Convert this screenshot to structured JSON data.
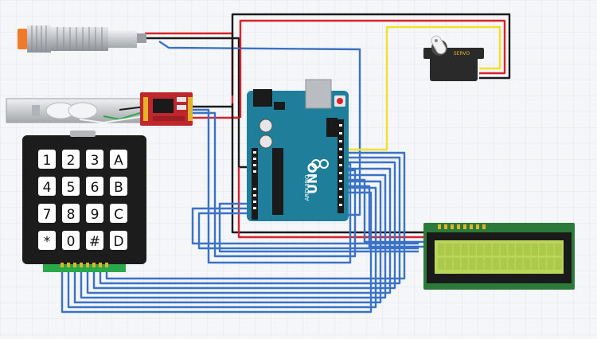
{
  "colors": {
    "wire_blue": "#3a72c8",
    "wire_red": "#d8232a",
    "wire_black": "#1a1a1a",
    "wire_yellow": "#f4df2c",
    "wire_green": "#2aa84a",
    "arduino_board": "#1f7f9a",
    "keypad_body": "#1c1c1c",
    "lcd_screen": "#b9d65a",
    "lcd_pcb": "#2b7a3a",
    "hx711_pcb": "#c0272d",
    "servo_body": "#2a2a2a",
    "load_cell": "#c9ccce",
    "sensor_orange": "#f07a2a"
  },
  "keypad": {
    "keys": [
      [
        "1",
        "2",
        "3",
        "A"
      ],
      [
        "4",
        "5",
        "6",
        "B"
      ],
      [
        "7",
        "8",
        "9",
        "C"
      ],
      [
        "*",
        "0",
        "#",
        "D"
      ]
    ]
  },
  "arduino": {
    "label": "UNO",
    "brand": "ARDUINO"
  },
  "servo": {
    "label": "SERVO"
  },
  "components": [
    "inductive-proximity-sensor",
    "load-cell",
    "hx711-module",
    "membrane-keypad",
    "arduino-uno",
    "servo-motor",
    "lcd-16x2"
  ]
}
